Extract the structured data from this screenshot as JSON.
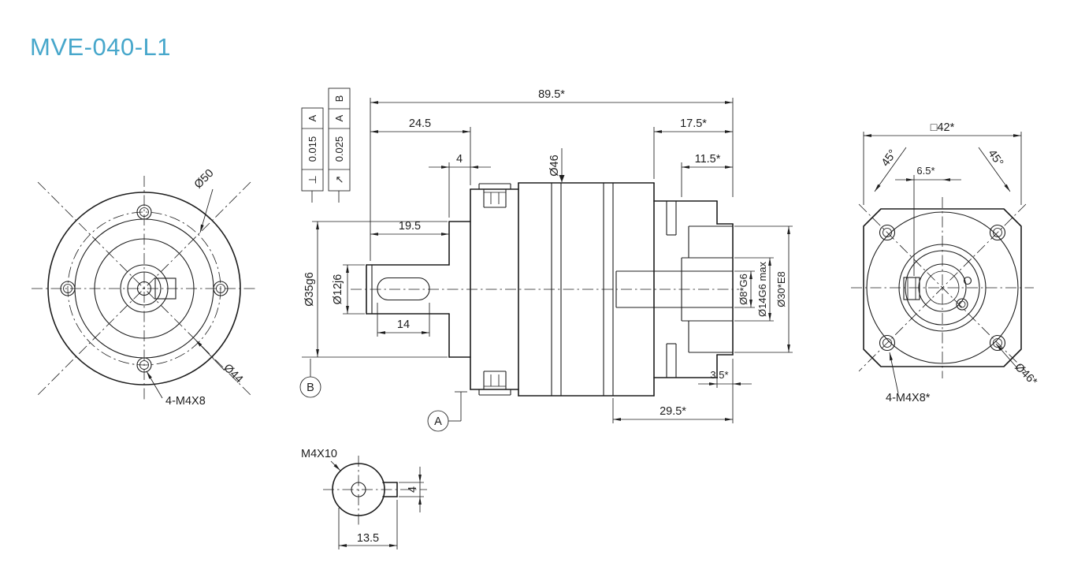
{
  "title": "MVE-040-L1",
  "colors": {
    "accent": "#47a7cb",
    "line": "#1d1d1d",
    "background": "#ffffff"
  },
  "left_view": {
    "dia_outer": "Ø50",
    "dia_inner": "Ø44",
    "holes": "4-M4X8"
  },
  "side_view": {
    "dim_overall": "89.5*",
    "dim_front": "24.5",
    "dim_rear": "17.5*",
    "dim_hub": "4",
    "dim_rear_inner": "11.5*",
    "dim_shaft": "19.5",
    "dim_key": "14",
    "dim_pilot": "3.5*",
    "dim_rear_len": "29.5*",
    "dia_body": "Ø46",
    "dia_hub": "Ø35g6",
    "dia_shaft": "Ø12j6",
    "dia_bore_small": "Ø8*G6",
    "dia_bore_mid": "Ø14G6 max",
    "dia_bore_large": "Ø30*E8",
    "fcf_perp_symbol": "⊥",
    "fcf_perp_value": "0.015",
    "fcf_perp_datum": "A",
    "fcf_runout_symbol": "↗",
    "fcf_runout_value": "0.025",
    "fcf_runout_datum1": "A",
    "fcf_runout_datum2": "B",
    "datum_a": "A",
    "datum_b": "B"
  },
  "right_view": {
    "dim_square": "□42*",
    "angle_left": "45°",
    "angle_right": "45°",
    "dim_offset": "6.5*",
    "holes": "4-M4X8*",
    "dia_pilot": "Ø46*"
  },
  "detail_view": {
    "thread": "M4X10",
    "dim_width": "4",
    "dim_offset": "13.5"
  }
}
